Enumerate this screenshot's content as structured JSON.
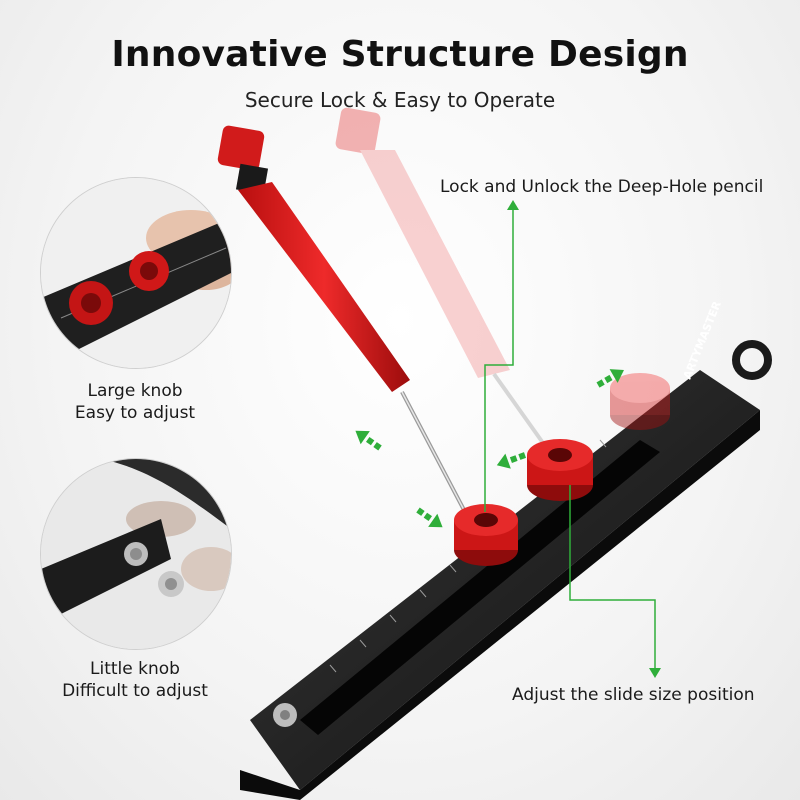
{
  "header": {
    "title": "Innovative Structure Design",
    "subtitle": "Secure Lock & Easy to Operate"
  },
  "callouts": {
    "lock_unlock": "Lock and Unlock the Deep-Hole pencil",
    "adjust_slide": "Adjust the slide size position",
    "large_knob_line1": "Large knob",
    "large_knob_line2": "Easy to adjust",
    "little_knob_line1": "Little knob",
    "little_knob_line2": "Difficult  to adjust"
  },
  "brand": {
    "logo_text": "ARTYMASTER"
  },
  "colors": {
    "accent_red": "#d91a1a",
    "arrow_green": "#2fae3a",
    "tool_black": "#1b1b1b"
  }
}
